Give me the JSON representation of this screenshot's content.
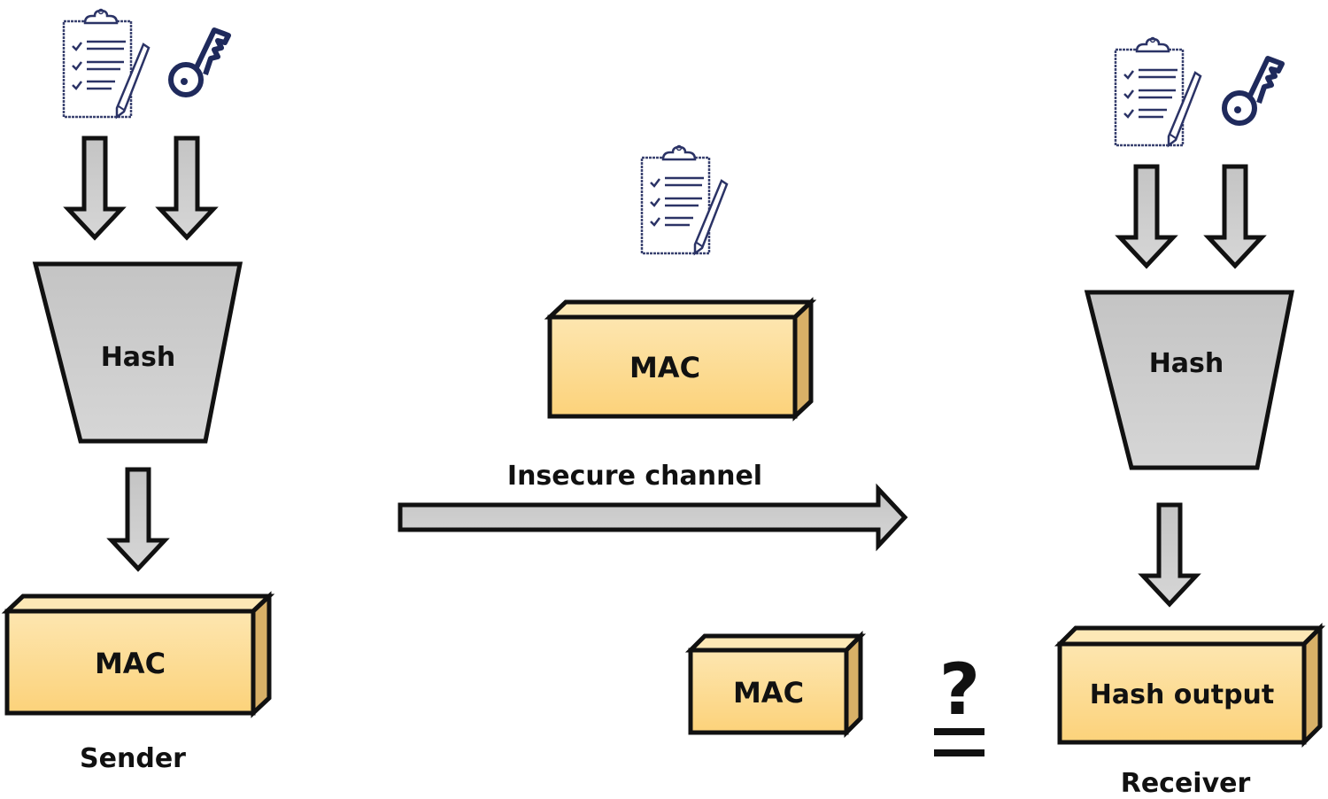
{
  "diagram": {
    "title": "Message Authentication Code (MAC) with hash function",
    "colors": {
      "box_fill_top": "#fde8b6",
      "box_fill_bottom": "#fcd27a",
      "box_side": "#d8b067",
      "hash_fill": "#c8c8c8",
      "arrow_fill": "#cfcfcf",
      "outline": "#111111",
      "icon_color": "#1f2a5c"
    },
    "sender": {
      "label": "Sender",
      "inputs": [
        "document-icon",
        "key-icon"
      ],
      "hash_label": "Hash",
      "output_label": "MAC"
    },
    "channel": {
      "label": "Insecure channel",
      "payload_icon": "document-icon",
      "payload_label": "MAC"
    },
    "receiver": {
      "label": "Receiver",
      "inputs": [
        "document-icon",
        "key-icon"
      ],
      "hash_label": "Hash",
      "output_label": "Hash output",
      "compare_label": "MAC",
      "comparison_symbol": "?",
      "comparison_operator": "="
    }
  }
}
